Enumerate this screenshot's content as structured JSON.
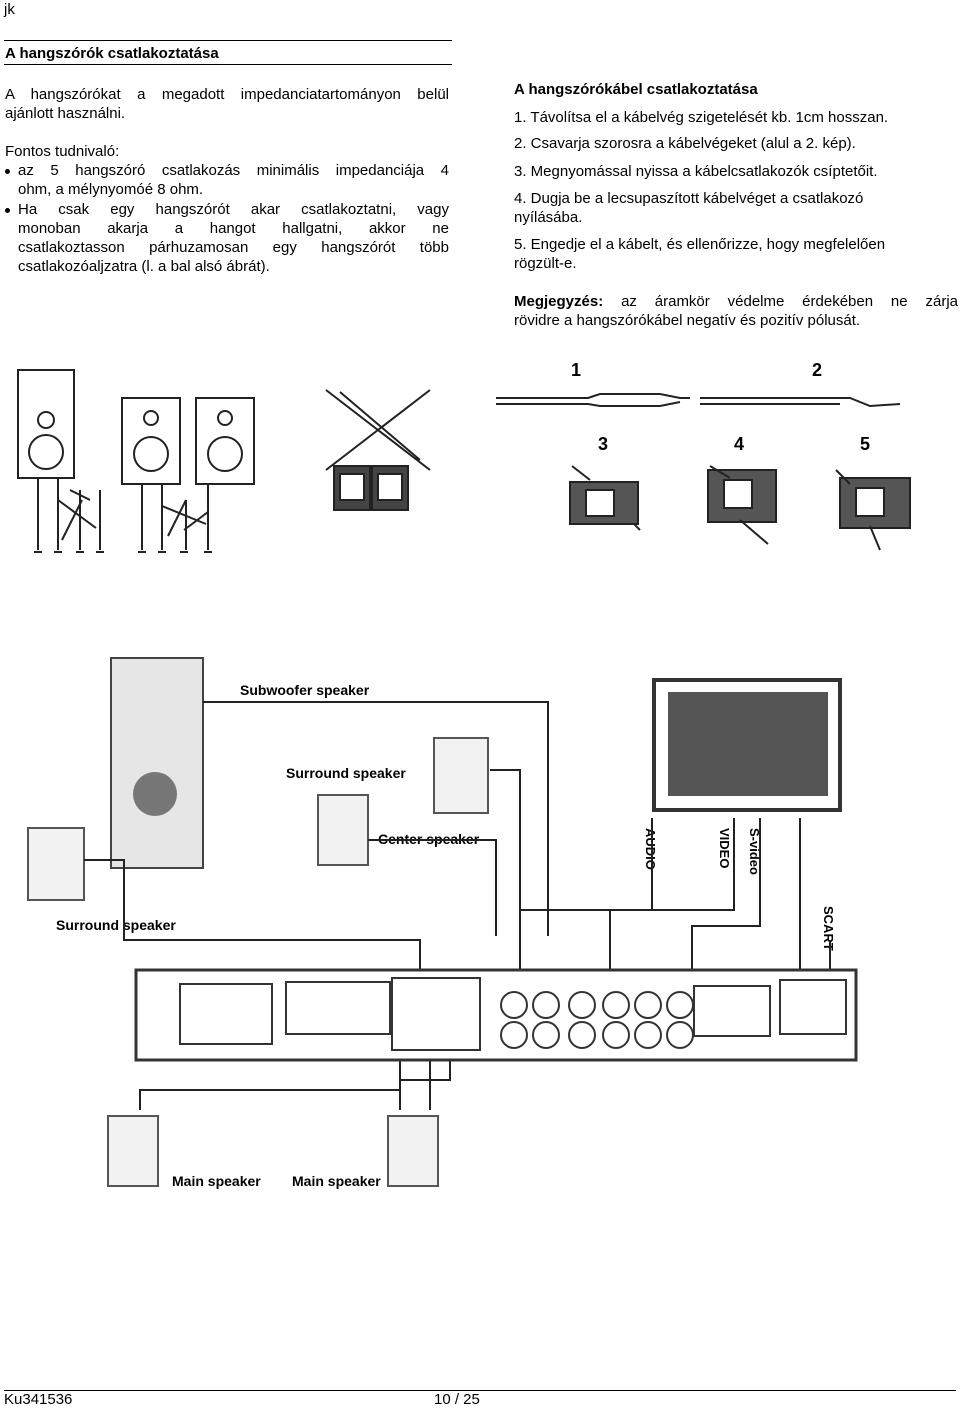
{
  "header": {
    "label": "jk"
  },
  "left": {
    "section_title": "A hangszórók csatlakoztatása",
    "intro_line1": "A hangszórókat a megadott impedanciatartományon belül",
    "intro_line2": "ajánlott használni.",
    "notice_title": "Fontos tudnivaló:",
    "bullet1_line1": "az 5 hangszóró csatlakozás minimális impedanciája 4",
    "bullet1_line2": "ohm, a mélynyomóé 8 ohm.",
    "bullet2_line1": "Ha csak egy hangszórót akar csatlakoztatni, vagy",
    "bullet2_line2": "monoban akarja a hangot hallgatni, akkor ne",
    "bullet2_line3": "csatlakoztasson párhuzamosan egy hangszórót több",
    "bullet2_line4": "csatlakozóaljzatra (l. a bal alsó ábrát)."
  },
  "right": {
    "section_title": "A hangszórókábel csatlakoztatása",
    "step1": "1. Távolítsa el a kábelvég szigetelését kb. 1cm hosszan.",
    "step2": "2. Csavarja szorosra a kábelvégeket (alul a 2. kép).",
    "step3": "3. Megnyomással nyissa a kábelcsatlakozók csíptetőit.",
    "step4_line1": "4. Dugja be a lecsupaszított kábelvéget a csatlakozó",
    "step4_line2": "nyílásába.",
    "step5_line1": "5. Engedje el a kábelt, és ellenőrizze, hogy megfelelően",
    "step5_line2": "rögzült-e.",
    "note_label": "Megjegyzés:",
    "note_line1_rest": "az áramkör védelme érdekében ne zárja",
    "note_line2": "rövidre a hangszórókábel negatív és pozitív pólusát."
  },
  "steps_figure": {
    "n1": "1",
    "n2": "2",
    "n3": "3",
    "n4": "4",
    "n5": "5"
  },
  "wiring_figure": {
    "subwoofer": "Subwoofer speaker",
    "surround_right": "Surround speaker",
    "center": "Center speaker",
    "surround_left": "Surround speaker",
    "main_left": "Main speaker",
    "main_right": "Main speaker",
    "audio": "AUDIO",
    "video": "VIDEO",
    "svideo": "S-video",
    "scart": "SCART"
  },
  "footer": {
    "model": "Ku341536",
    "page": "10 / 25"
  }
}
